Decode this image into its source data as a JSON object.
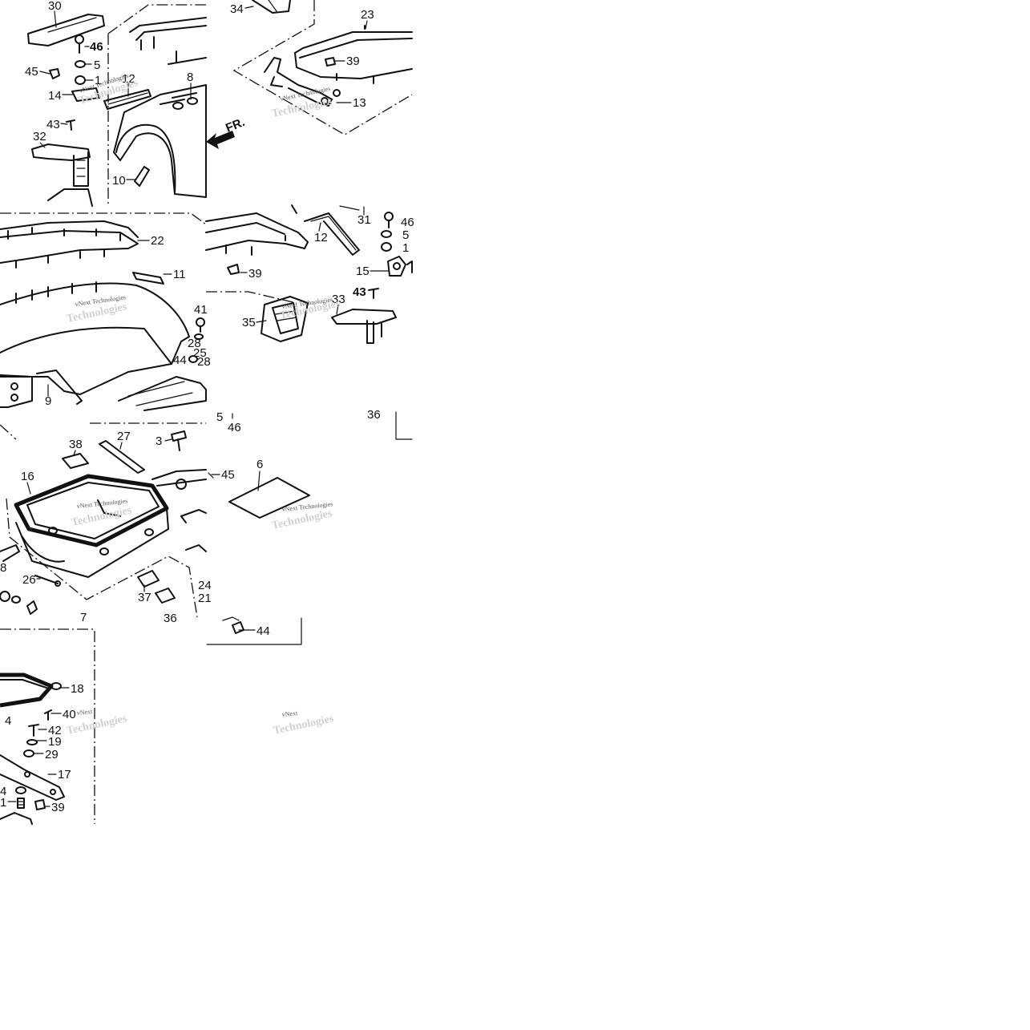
{
  "direction_label": "FR.",
  "watermark": {
    "line1": "vNext Technologies",
    "ghost1": "vNext",
    "ghost2": "Technologies"
  },
  "callouts": {
    "t1": [
      "30",
      "46",
      "5",
      "45",
      "1",
      "12",
      "8",
      "14",
      "43",
      "32",
      "10"
    ],
    "t2": [
      "34",
      "23",
      "39",
      "13"
    ],
    "t3": [
      "22",
      "11",
      "41",
      "28",
      "25",
      "44",
      "28",
      "9"
    ],
    "t4": [
      "31",
      "46",
      "12",
      "5",
      "1",
      "15",
      "39",
      "43",
      "33",
      "35",
      "5",
      "46",
      "36"
    ],
    "t5": [
      "38",
      "27",
      "3",
      "45",
      "16",
      "8",
      "26",
      "37",
      "24",
      "21",
      "36",
      "7"
    ],
    "t6": [
      "6",
      "44"
    ],
    "t7": [
      "18",
      "40",
      "4",
      "42",
      "19",
      "29",
      "17",
      "4",
      "1",
      "39"
    ]
  }
}
